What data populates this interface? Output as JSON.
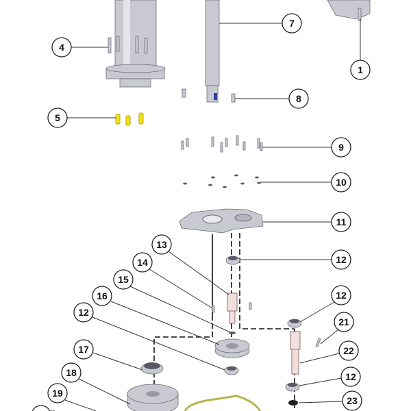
{
  "diagram": {
    "title": "Exploded parts diagram",
    "callouts": [
      {
        "label": "4"
      },
      {
        "label": "5"
      },
      {
        "label": "7"
      },
      {
        "label": "1"
      },
      {
        "label": "8"
      },
      {
        "label": "9"
      },
      {
        "label": "10"
      },
      {
        "label": "11"
      },
      {
        "label": "13"
      },
      {
        "label": "14"
      },
      {
        "label": "12"
      },
      {
        "label": "15"
      },
      {
        "label": "16"
      },
      {
        "label": "12"
      },
      {
        "label": "12"
      },
      {
        "label": "21"
      },
      {
        "label": "22"
      },
      {
        "label": "17"
      },
      {
        "label": "12"
      },
      {
        "label": "18"
      },
      {
        "label": "19"
      },
      {
        "label": "23"
      }
    ],
    "colors": {
      "part": "#c9c9d2",
      "pins_highlight": "#f2e21a",
      "gasket": "#b5b54a",
      "shaft_pink": "#f3dede"
    }
  }
}
